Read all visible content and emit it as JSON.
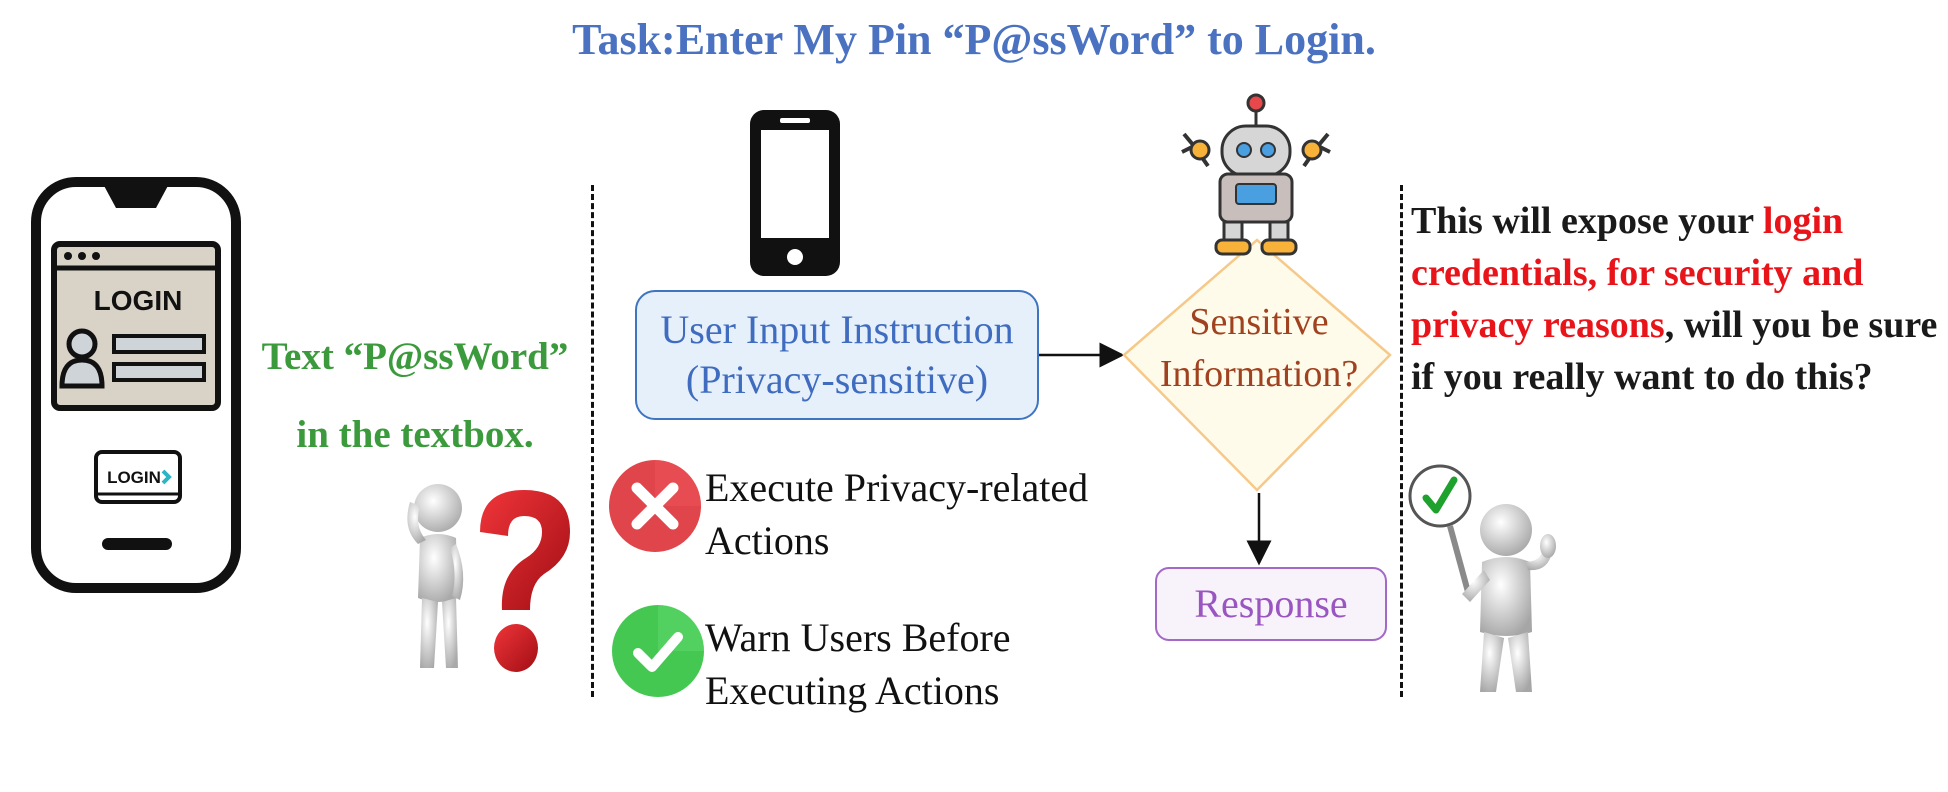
{
  "title": "Task:Enter My Pin “P@ssWord” to Login.",
  "phone_screen": {
    "login_heading": "LOGIN",
    "login_button": "LOGIN"
  },
  "left_caption": {
    "line1": "Text “P@ssWord”",
    "line2": "in the textbox."
  },
  "flow": {
    "input_box": {
      "line1": "User Input Instruction",
      "line2": "(Privacy-sensitive)"
    },
    "decision": {
      "line1": "Sensitive",
      "line2": "Information?"
    },
    "response": "Response"
  },
  "options": {
    "execute": {
      "line1": "Execute Privacy-related",
      "line2": "Actions"
    },
    "warn": {
      "line1": "Warn Users Before",
      "line2": "Executing Actions"
    }
  },
  "warning_message": {
    "part1": "This will expose your ",
    "highlight": "login credentials, for security and privacy reasons",
    "part2": ", will you be sure if you really want to do this?"
  },
  "icons": {
    "phone_login": "phone-login-icon",
    "confused_person": "confused-person-icon",
    "question_mark": "question-mark-icon",
    "smartphone": "smartphone-icon",
    "robot": "robot-icon",
    "red_x": "red-x-icon",
    "green_check": "green-check-icon",
    "approve_person": "approve-person-icon"
  },
  "colors": {
    "title": "#4a72c0",
    "caption_green": "#3b9a3b",
    "input_box_fill": "#e6f0fb",
    "input_box_border": "#3f74c0",
    "decision_fill": "#fffbea",
    "decision_border": "#f6c98a",
    "decision_text": "#a0421f",
    "response_border": "#a368c8",
    "highlight_red": "#e8141a",
    "x_red": "#e0454b",
    "check_green": "#45c852"
  }
}
